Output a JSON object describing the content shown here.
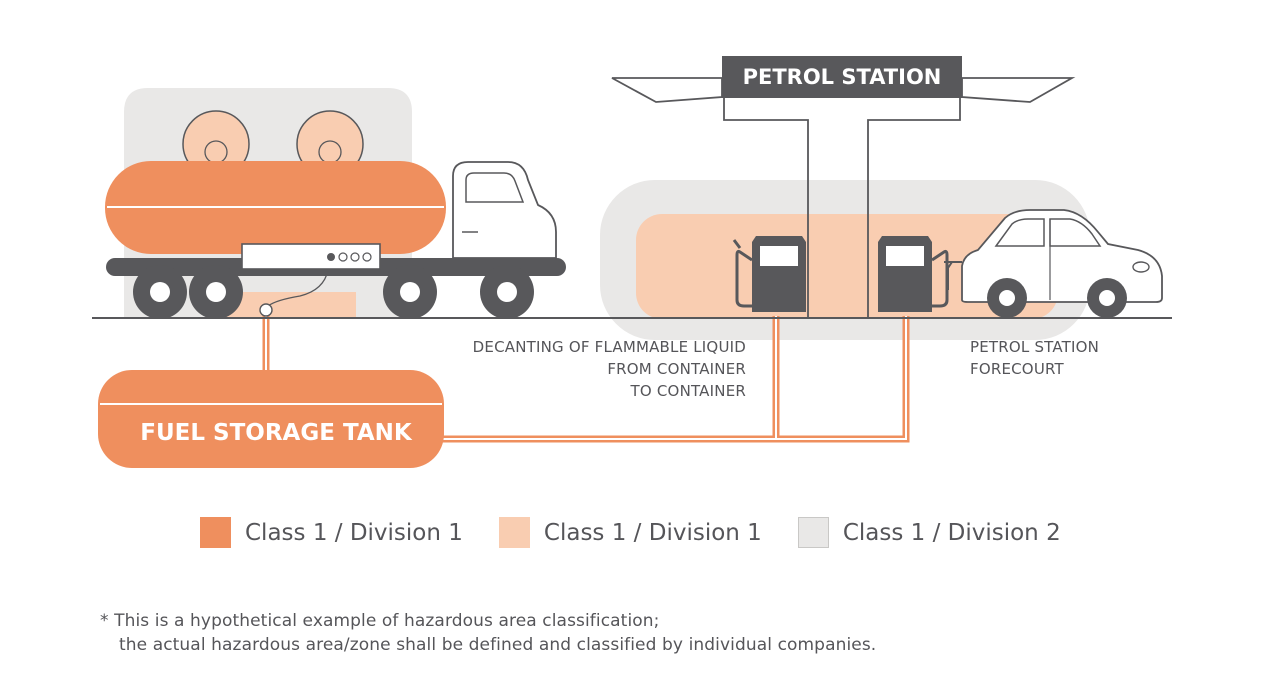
{
  "labels": {
    "petrol_station_sign": "PETROL STATION",
    "fuel_storage_tank": "FUEL STORAGE TANK",
    "decanting_lines": [
      "DECANTING OF FLAMMABLE LIQUID",
      "FROM CONTAINER",
      "TO CONTAINER"
    ],
    "forecourt_lines": [
      "PETROL STATION",
      "FORECOURT"
    ]
  },
  "legend": [
    {
      "label": "Class 1 / Division 1",
      "color": "#ef8f5e"
    },
    {
      "label": "Class 1 / Division 1",
      "color": "#f9cdb1"
    },
    {
      "label": "Class 1 / Division 2",
      "color": "#e9e8e7"
    }
  ],
  "footnote": {
    "line1": "* This is a hypothetical example of hazardous area classification;",
    "line2": "the actual hazardous area/zone shall be defined and classified by individual companies."
  },
  "colors": {
    "division1_strong": "#ef8f5e",
    "division1_light": "#f9cdb1",
    "division2": "#e9e8e7",
    "outline": "#58585b",
    "text": "#555559"
  },
  "icons": [
    "tanker-truck-icon",
    "fuel-pump-icon",
    "car-icon"
  ]
}
